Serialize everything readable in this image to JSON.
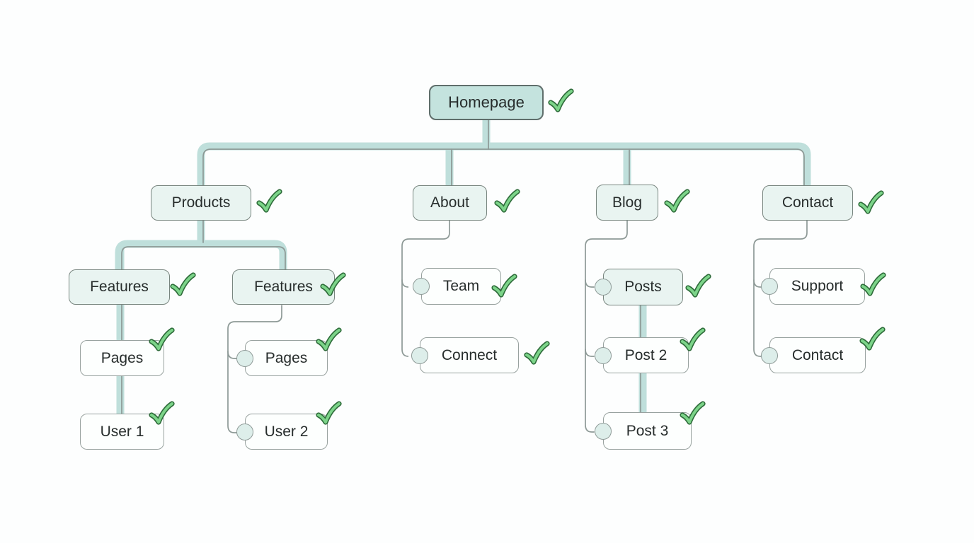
{
  "diagram_type": "sitemap-tree",
  "nodes": {
    "homepage": {
      "label": "Homepage",
      "checked": true
    },
    "products": {
      "label": "Products",
      "checked": true
    },
    "about": {
      "label": "About",
      "checked": true
    },
    "blog": {
      "label": "Blog",
      "checked": true
    },
    "contact": {
      "label": "Contact",
      "checked": true
    },
    "features_a": {
      "label": "Features",
      "checked": true
    },
    "features_b": {
      "label": "Features",
      "checked": true
    },
    "pages_a": {
      "label": "Pages",
      "checked": true
    },
    "user_1": {
      "label": "User 1",
      "checked": true
    },
    "pages_b": {
      "label": "Pages",
      "checked": true
    },
    "user_2": {
      "label": "User 2",
      "checked": true
    },
    "team": {
      "label": "Team",
      "checked": true
    },
    "connect": {
      "label": "Connect",
      "checked": true
    },
    "posts": {
      "label": "Posts",
      "checked": true
    },
    "post_2": {
      "label": "Post 2",
      "checked": true
    },
    "post_3": {
      "label": "Post 3",
      "checked": true
    },
    "support": {
      "label": "Support",
      "checked": true
    },
    "contact_child": {
      "label": "Contact",
      "checked": true
    }
  },
  "hierarchy": {
    "Homepage": {
      "Products": {
        "Features (left)": [
          "Pages",
          "User 1"
        ],
        "Features (right)": [
          "Pages",
          "User 2"
        ]
      },
      "About": [
        "Team",
        "Connect"
      ],
      "Blog": [
        "Posts",
        "Post 2",
        "Post 3"
      ],
      "Contact": [
        "Support",
        "Contact"
      ]
    }
  },
  "colors": {
    "root_fill": "#c4e3de",
    "branch_fill": "#e9f4f1",
    "leaf_fill": "#fdfffe",
    "connector_teal": "#bfdfdb",
    "connector_gray": "#8d9996",
    "check_green": "#7cd489",
    "check_outline": "#2e6b3a",
    "text": "#272d2c",
    "background": "#fdfefe"
  },
  "icons": {
    "check": "checkmark"
  }
}
